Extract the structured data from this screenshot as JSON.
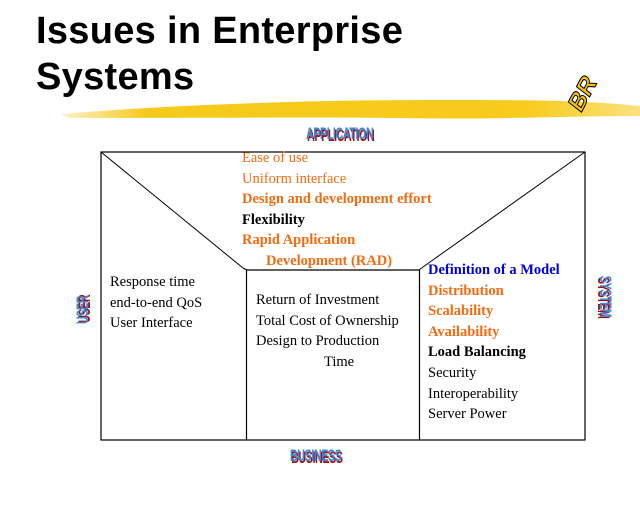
{
  "title": {
    "line1": "Issues in Enterprise",
    "line2": "Systems"
  },
  "logo_text": "BR",
  "labels": {
    "application": "APPLICATION",
    "user": "USER",
    "system": "SYSTEM",
    "business": "BUSINESS"
  },
  "application_items": [
    {
      "text": "Ease of use",
      "color": "#f26c12",
      "bold": false
    },
    {
      "text": "Uniform interface",
      "color": "#f26c12",
      "bold": false
    },
    {
      "text": "Design and development effort",
      "color": "#f26c12",
      "bold": true
    },
    {
      "text": "Flexibility",
      "color": "#000000",
      "bold": true
    },
    {
      "text": "Rapid Application",
      "color": "#f26c12",
      "bold": true
    },
    {
      "text": "Development (RAD)",
      "color": "#f26c12",
      "bold": true
    }
  ],
  "user_items": [
    "Response time",
    "end-to-end QoS",
    "User Interface"
  ],
  "business_items": [
    "Return of Investment",
    "Total Cost of Ownership",
    "Design to Production",
    "Time"
  ],
  "system_items": [
    {
      "text": "Definition of a Model",
      "color": "#0000e0",
      "bold": true
    },
    {
      "text": "Distribution",
      "color": "#f26c12",
      "bold": true
    },
    {
      "text": "Scalability",
      "color": "#f26c12",
      "bold": true
    },
    {
      "text": "Availability",
      "color": "#f26c12",
      "bold": true
    },
    {
      "text": "Load Balancing",
      "color": "#000000",
      "bold": true
    },
    {
      "text": "Security",
      "color": "#000000",
      "bold": false
    },
    {
      "text": "Interoperability",
      "color": "#000000",
      "bold": false
    },
    {
      "text": "Server Power",
      "color": "#000000",
      "bold": false
    }
  ],
  "colors": {
    "accent_orange": "#f26c12",
    "accent_blue": "#0000e0",
    "highlight_yellow": "#f5c400",
    "label_blue": "#3a8ad8",
    "label_shadow": "#a0101a"
  }
}
